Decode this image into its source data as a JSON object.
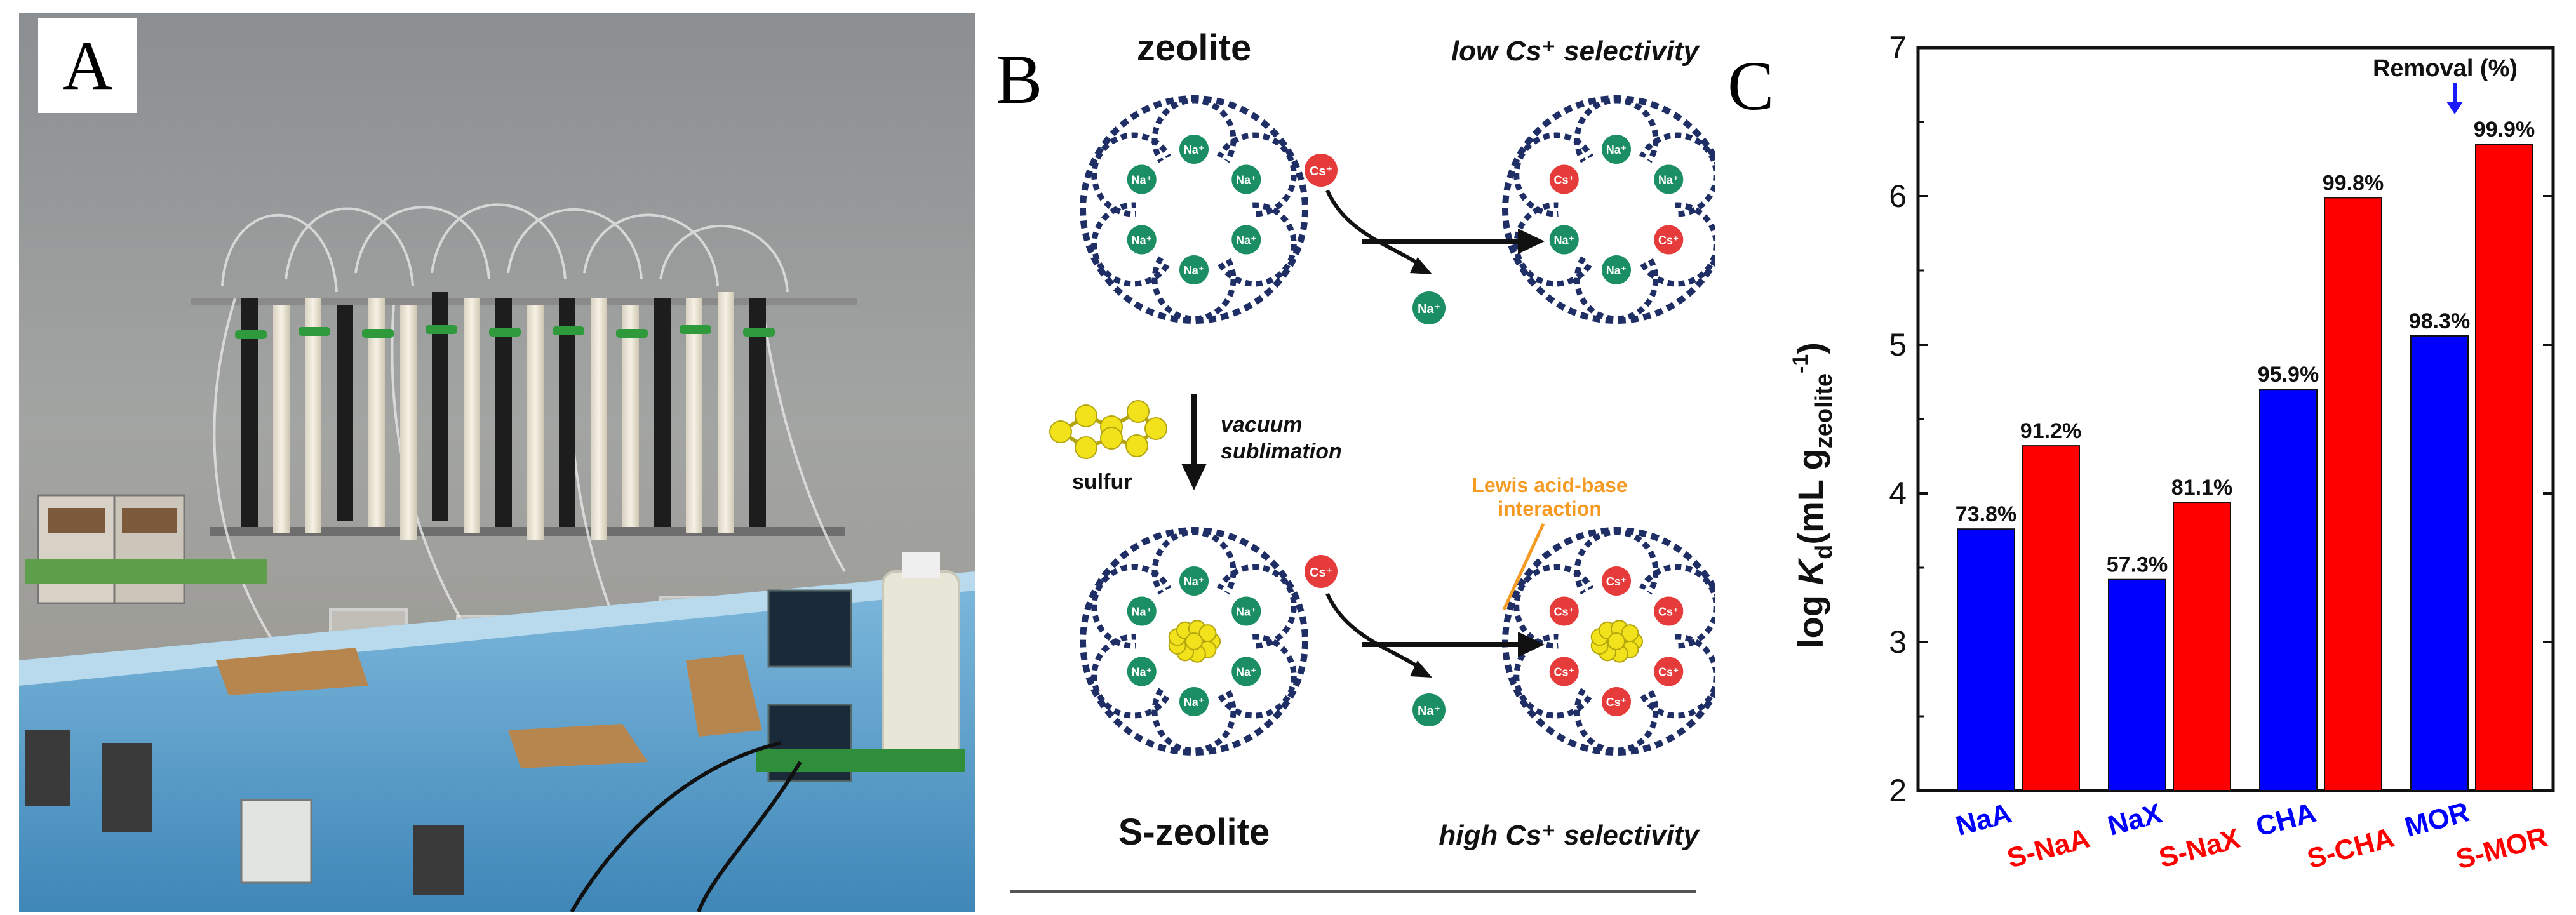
{
  "panels": {
    "a": {
      "letter": "A"
    },
    "b": {
      "letter": "B",
      "labels": {
        "zeolite": "zeolite",
        "low_selectivity": "low Cs⁺ selectivity",
        "vacuum": "vacuum",
        "sublimation": "sublimation",
        "sulfur": "sulfur",
        "lewis_line1": "Lewis acid-base",
        "lewis_line2": "interaction",
        "s_zeolite": "S-zeolite",
        "high_selectivity": "high Cs⁺ selectivity"
      },
      "ions": {
        "na": "Na⁺",
        "cs": "Cs⁺"
      },
      "colors": {
        "na": "#1b8f63",
        "cs": "#e53b3b",
        "framework": "#1f2f66",
        "sulfur": "#f2e21b",
        "lewis": "#f59a23"
      }
    },
    "c": {
      "letter": "C",
      "removal_label": "Removal (%)",
      "ylabel_main": "log ",
      "ylabel_K": "K",
      "ylabel_d": "d",
      "ylabel_unit": "(mL g",
      "ylabel_zeolite": "zeolite",
      "ylabel_exp": "-1",
      "ylabel_close": ")"
    }
  },
  "chart_data": {
    "type": "bar",
    "groups": [
      {
        "bars": [
          {
            "label": "NaA",
            "value": 3.76,
            "removal": "73.8%",
            "color": "#0000ff"
          },
          {
            "label": "S-NaA",
            "value": 4.32,
            "removal": "91.2%",
            "color": "#ff0000"
          }
        ]
      },
      {
        "bars": [
          {
            "label": "NaX",
            "value": 3.42,
            "removal": "57.3%",
            "color": "#0000ff"
          },
          {
            "label": "S-NaX",
            "value": 3.94,
            "removal": "81.1%",
            "color": "#ff0000"
          }
        ]
      },
      {
        "bars": [
          {
            "label": "CHA",
            "value": 4.7,
            "removal": "95.9%",
            "color": "#0000ff"
          },
          {
            "label": "S-CHA",
            "value": 5.99,
            "removal": "99.8%",
            "color": "#ff0000"
          }
        ]
      },
      {
        "bars": [
          {
            "label": "MOR",
            "value": 5.06,
            "removal": "98.3%",
            "color": "#0000ff"
          },
          {
            "label": "S-MOR",
            "value": 6.35,
            "removal": "99.9%",
            "color": "#ff0000"
          }
        ]
      }
    ],
    "ylim": [
      2,
      7
    ],
    "yticks": [
      2,
      3,
      4,
      5,
      6,
      7
    ],
    "annotation": "Removal (%)"
  }
}
